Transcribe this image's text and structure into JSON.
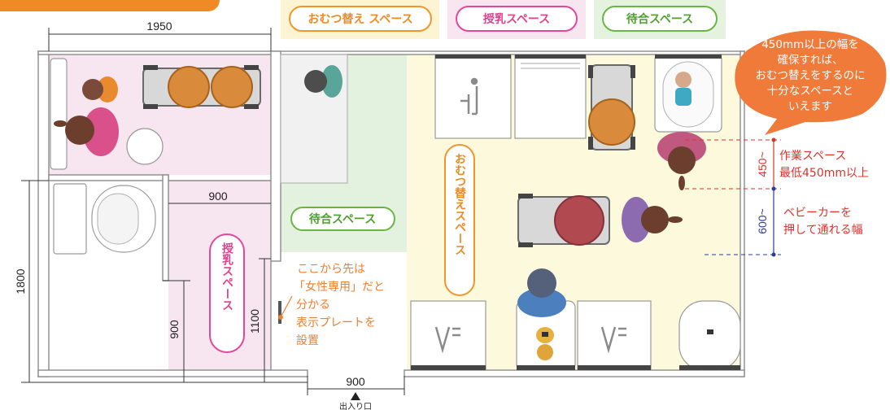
{
  "legend": {
    "diaper": "おむつ替え スペース",
    "nursing": "授乳スペース",
    "waiting": "待合スペース"
  },
  "colors": {
    "banner": "#f08a24",
    "diaper": "#f0962a",
    "nursing": "#e4479a",
    "waiting": "#6bb545",
    "diaper_bg": "#fcf9dc",
    "nursing_bg": "#f7e6ef",
    "waiting_bg": "#e3f1df",
    "note": "#ee7f2d",
    "work_space": "#d9342b",
    "passage": "#2b3b98"
  },
  "labels": {
    "waiting_area": "待合スペース",
    "nursing_area": "授乳スペース",
    "diaper_area": "おむつ替えスペース"
  },
  "dimensions": {
    "room_width": "1950",
    "nursing_width": "900",
    "total_depth": "1800",
    "toilet_depth": "900",
    "door_opening": "1100",
    "entrance_width": "900",
    "work_space": "450~",
    "passage": "600~"
  },
  "entrance": "出入り口",
  "sign_note": [
    "ここから先は",
    "「女性専用」だと",
    "分かる",
    "表示プレートを",
    "設置"
  ],
  "bubble": [
    "450mm以上の幅を",
    "確保すれば、",
    "おむつ替えをするのに",
    "十分なスペースと",
    "いえます"
  ],
  "work_space_note": [
    "作業スペース",
    "最低450mm以上"
  ],
  "stroller_note": [
    "ベビーカーを",
    "押して通れる幅"
  ]
}
